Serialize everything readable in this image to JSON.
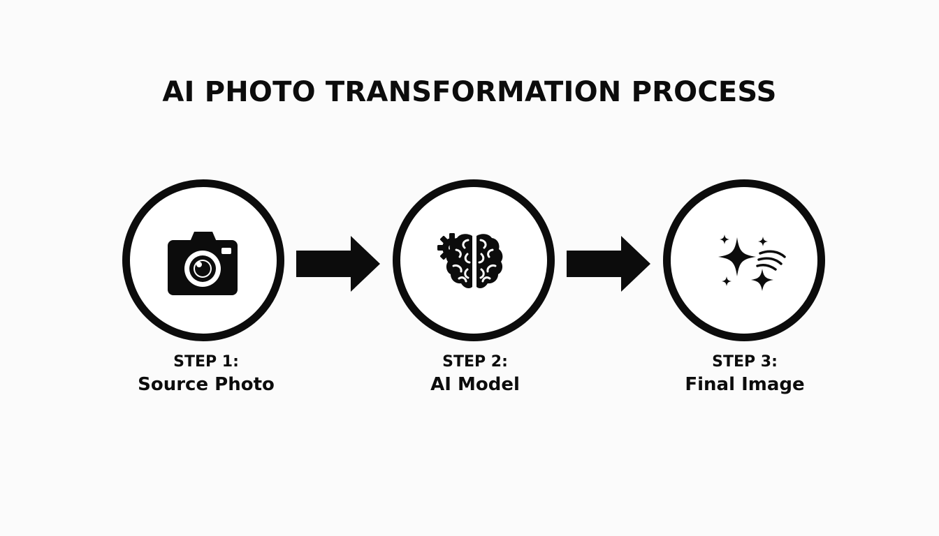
{
  "title": "AI PHOTO TRANSFORMATION PROCESS",
  "colors": {
    "ink": "#0c0c0c",
    "background": "#fbfbfb",
    "circle_fill": "#ffffff"
  },
  "steps": [
    {
      "number": "STEP 1:",
      "name": "Source Photo",
      "icon": "camera-icon"
    },
    {
      "number": "STEP 2:",
      "name": "AI Model",
      "icon": "brain-gear-icon"
    },
    {
      "number": "STEP 3:",
      "name": "Final Image",
      "icon": "sparkles-icon"
    }
  ],
  "connectors": [
    "arrow-right-icon",
    "arrow-right-icon"
  ]
}
